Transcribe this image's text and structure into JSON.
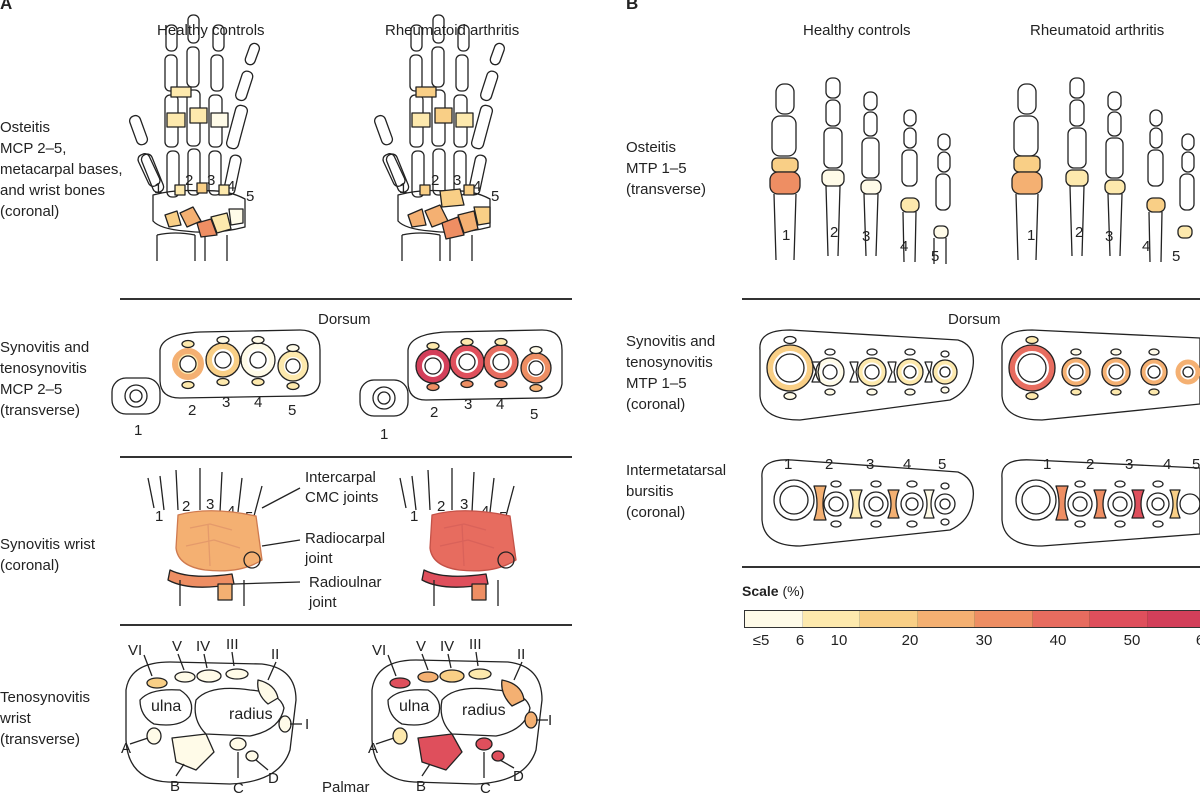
{
  "panels": {
    "a": {
      "letter": "A",
      "col_left": "Healthy controls",
      "col_right": "Rheumatoid arthritis",
      "rows": [
        {
          "lines": [
            "Osteitis",
            "MCP 2–5,",
            "metacarpal bases,",
            "and wrist bones",
            "(coronal)"
          ]
        },
        {
          "lines": [
            "Synovitis and",
            "tenosynovitis",
            "MCP 2–5",
            "(transverse)"
          ]
        },
        {
          "lines": [
            "Synovitis wrist",
            "(coronal)"
          ]
        },
        {
          "lines": [
            "Tenosynovitis",
            "wrist",
            "(transverse)"
          ]
        }
      ],
      "dorsum": "Dorsum",
      "palmar": "Palmar",
      "finger_numbers": [
        "1",
        "2",
        "3",
        "4",
        "5"
      ],
      "mcp_numbers": [
        "1",
        "2",
        "3",
        "4",
        "5"
      ],
      "joint_labels": [
        "Intercarpal",
        "CMC joints",
        "Radiocarpal",
        "joint",
        "Radioulnar",
        "joint"
      ],
      "compartments_top": [
        "VI",
        "V",
        "IV",
        "III",
        "II"
      ],
      "compartment_right": "I",
      "bone_labels": [
        "ulna",
        "radius"
      ],
      "bottom_labels": [
        "A",
        "B",
        "C",
        "D"
      ]
    },
    "b": {
      "letter": "B",
      "col_left": "Healthy controls",
      "col_right": "Rheumatoid arthritis",
      "rows": [
        {
          "lines": [
            "Osteitis",
            "MTP 1–5",
            "(transverse)"
          ]
        },
        {
          "lines": [
            "Synovitis and",
            "tenosynovitis",
            "MTP 1–5",
            "(coronal)"
          ]
        },
        {
          "lines": [
            "Intermetatarsal",
            "bursitis",
            "(coronal)"
          ]
        }
      ],
      "dorsum": "Dorsum",
      "toe_numbers": [
        "1",
        "2",
        "3",
        "4",
        "5"
      ]
    }
  },
  "scale": {
    "title": "Scale",
    "unit": "(%)",
    "ticks": [
      "≤5",
      "6",
      "10",
      "20",
      "30",
      "40",
      "50",
      "6"
    ],
    "colors": [
      "#fffbe8",
      "#fde9ad",
      "#f9cf86",
      "#f4b072",
      "#ee8e63",
      "#e76c5f",
      "#df4f5c",
      "#d33f5a"
    ]
  }
}
